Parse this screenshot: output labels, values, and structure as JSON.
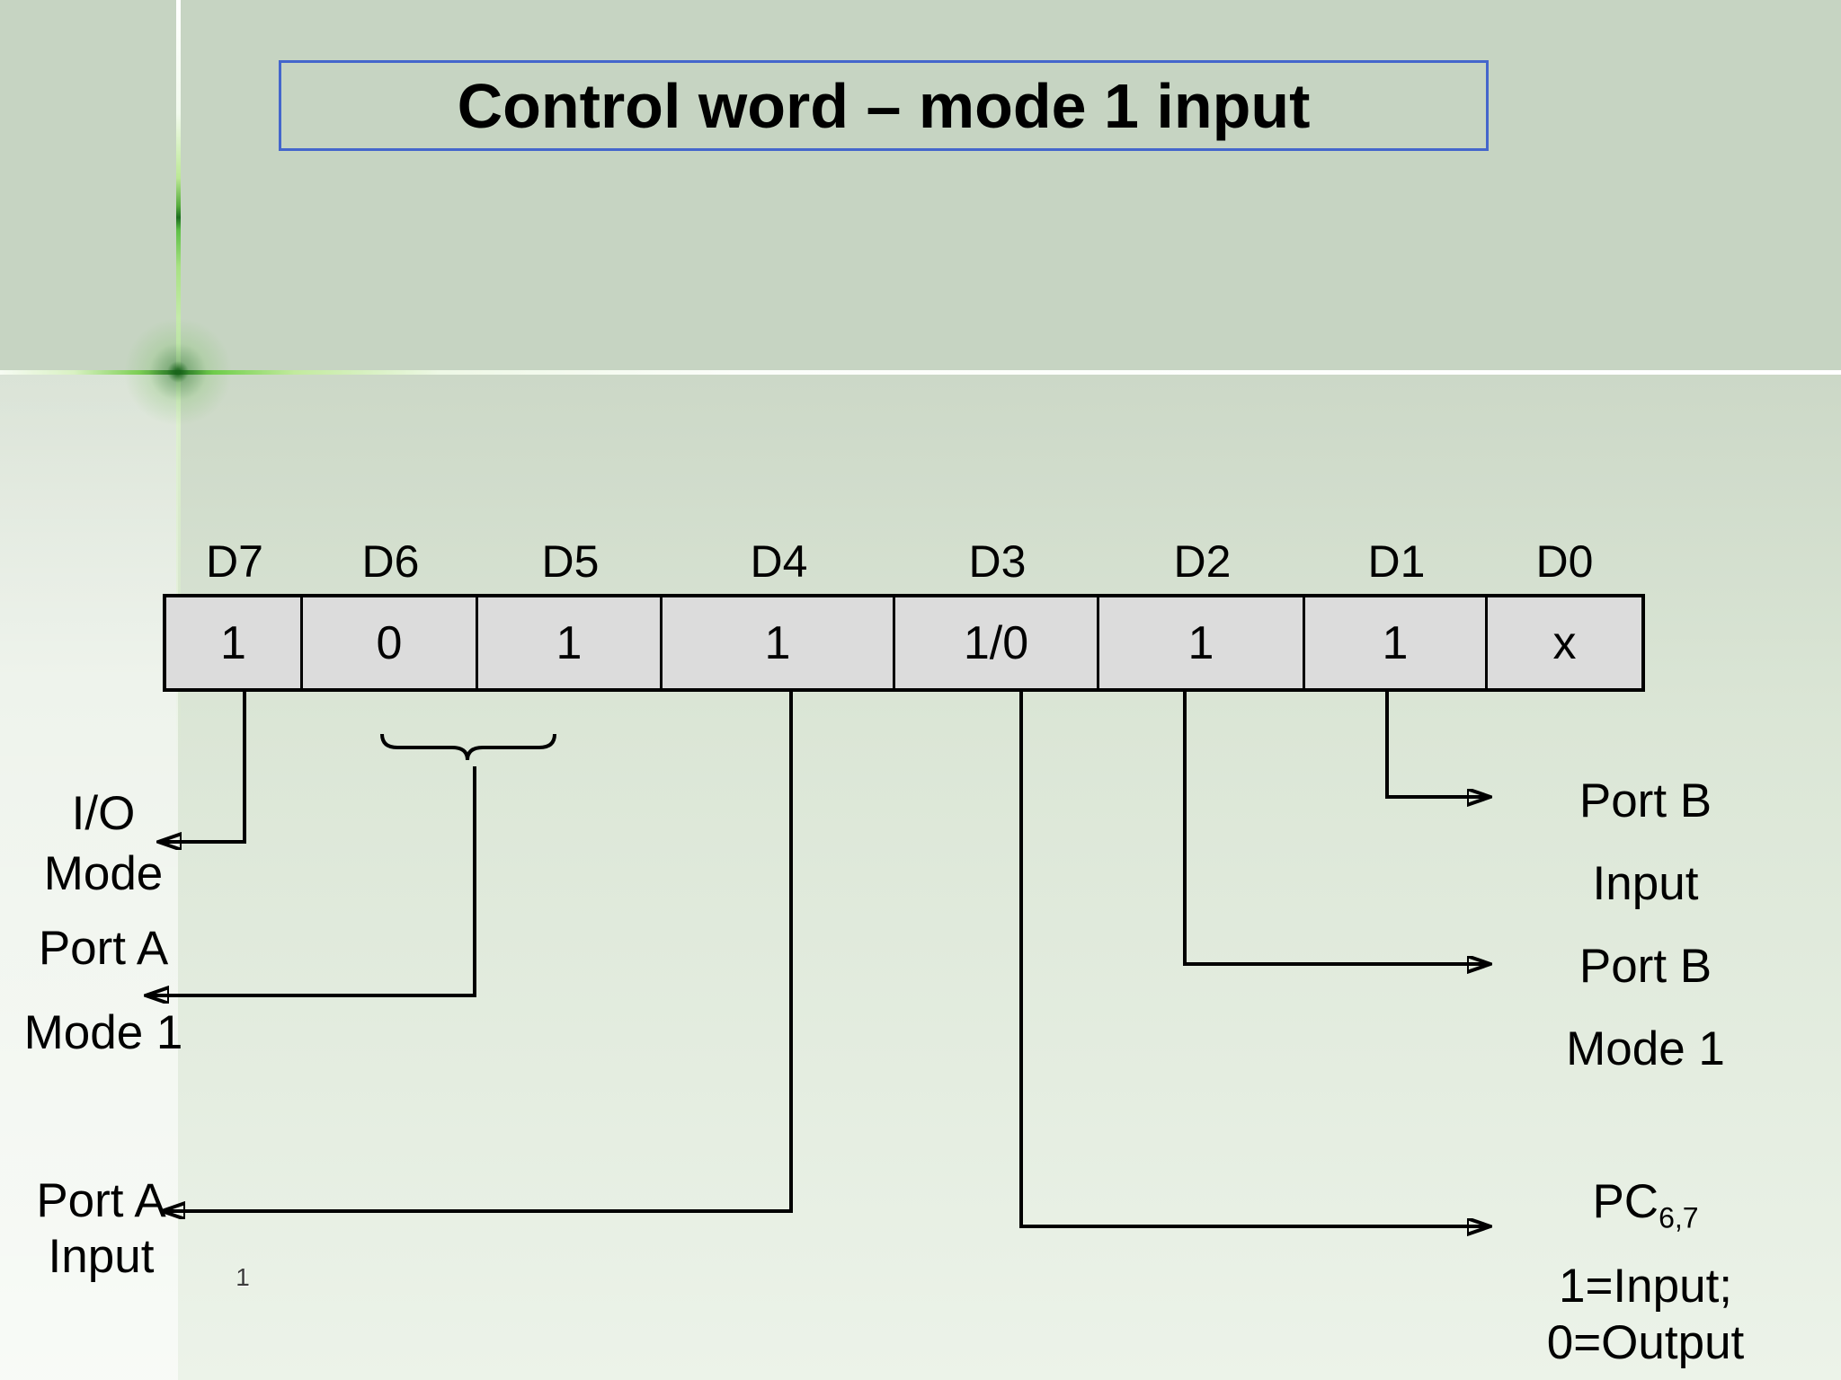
{
  "slide": {
    "title": "Control word – mode 1 input",
    "page_number": "1"
  },
  "register": {
    "bits": [
      {
        "label": "D7",
        "value": "1"
      },
      {
        "label": "D6",
        "value": "0"
      },
      {
        "label": "D5",
        "value": "1"
      },
      {
        "label": "D4",
        "value": "1"
      },
      {
        "label": "D3",
        "value": "1/0"
      },
      {
        "label": "D2",
        "value": "1"
      },
      {
        "label": "D1",
        "value": "1"
      },
      {
        "label": "D0",
        "value": "x"
      }
    ]
  },
  "annotations": {
    "io_mode": [
      "I/O",
      "Mode"
    ],
    "port_a_mode": [
      "Port A",
      "Mode 1"
    ],
    "port_a_input": [
      "Port A",
      "Input"
    ],
    "port_b_input": [
      "Port B",
      "Input"
    ],
    "port_b_mode": [
      "Port B",
      "Mode 1"
    ],
    "pc": {
      "base": "PC",
      "sub": "6,7"
    },
    "pc_legend": [
      "1=Input;",
      "0=Output"
    ]
  },
  "colors": {
    "title_border": "#4466cc",
    "cell_fill": "#dcdcdc",
    "connector": "#000000",
    "glow_green": "#7ed957",
    "background_top": "#c6d4c2",
    "background_bottom": "#ecf3e9"
  }
}
